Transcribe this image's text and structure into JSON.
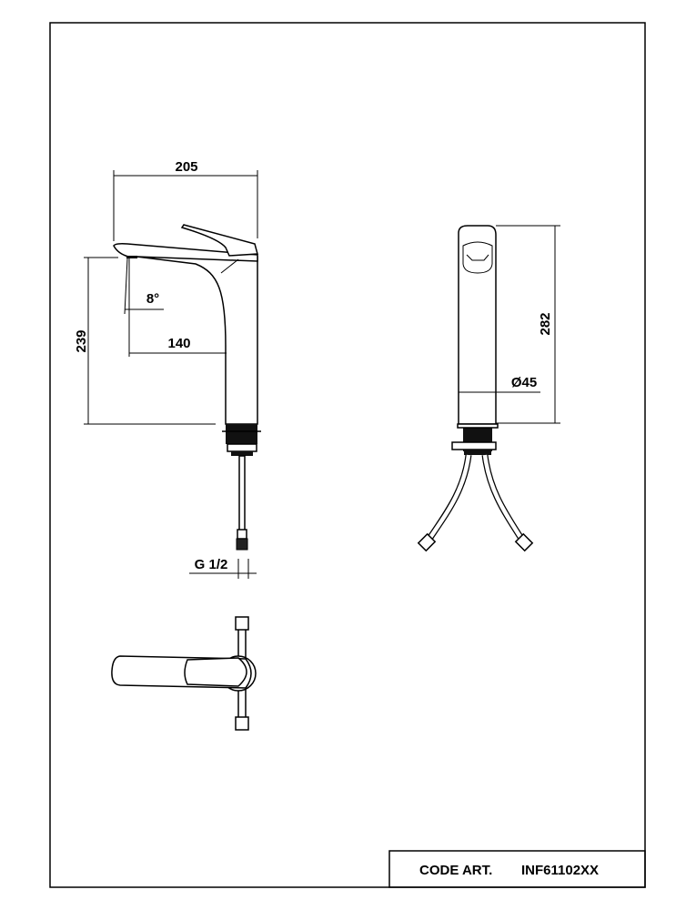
{
  "drawing": {
    "dimensions": {
      "overall_width": "205",
      "spout_height": "239",
      "spout_angle": "8°",
      "spout_reach": "140",
      "connection": "G 1/2",
      "total_height": "282",
      "body_diameter": "Ø45"
    },
    "title_block": {
      "code_label": "CODE ART.",
      "code_value": "INF61102XX"
    }
  }
}
